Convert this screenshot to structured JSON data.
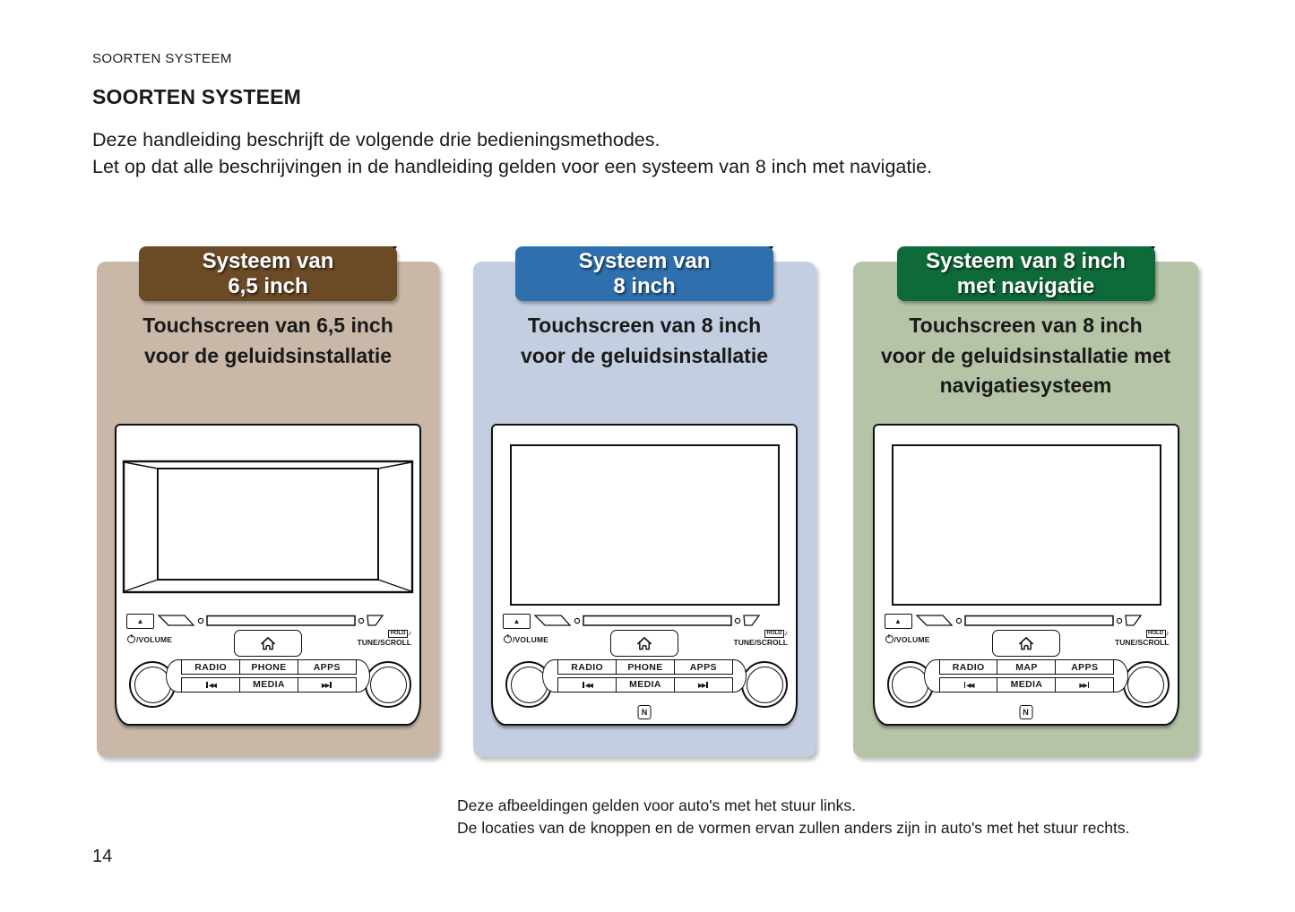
{
  "page": {
    "running_head": "SOORTEN SYSTEEM",
    "title": "SOORTEN SYSTEEM",
    "intro_line1": "Deze handleiding beschrijft de volgende drie bedieningsmethodes.",
    "intro_line2": "Let op dat alle beschrijvingen in de handleiding gelden voor een systeem van 8 inch met navigatie.",
    "note_line1": "Deze afbeeldingen gelden voor auto's met het stuur links.",
    "note_line2": "De locaties van de knoppen en de vormen ervan zullen anders zijn in auto's met het stuur rechts.",
    "page_number": "14"
  },
  "panels": [
    {
      "banner_line1": "Systeem van",
      "banner_line2": "6,5 inch",
      "desc_lines": [
        "Touchscreen van 6,5 inch",
        "voor de geluidsinstallatie"
      ],
      "colors": {
        "banner": "#6b4a26",
        "panel": "#c9b8a8"
      },
      "unit": {
        "eject_icon": "▲",
        "volume_label": "/VOLUME",
        "hold_label": "HOLD",
        "hold_note": "♪",
        "tune_label": "TUNE/SCROLL",
        "row1": [
          "RADIO",
          "PHONE",
          "APPS"
        ],
        "row2_prev": "◀◀",
        "row2_center": "MEDIA",
        "row2_next": "▶▶"
      }
    },
    {
      "banner_line1": "Systeem van",
      "banner_line2": "8 inch",
      "desc_lines": [
        "Touchscreen van 8 inch",
        "voor de geluidsinstallatie"
      ],
      "colors": {
        "banner": "#2e6fad",
        "panel": "#c3cee0"
      },
      "unit": {
        "eject_icon": "▲",
        "volume_label": "/VOLUME",
        "hold_label": "HOLD",
        "hold_note": "♪",
        "tune_label": "TUNE/SCROLL",
        "row1": [
          "RADIO",
          "PHONE",
          "APPS"
        ],
        "row2_prev": "◀◀",
        "row2_center": "MEDIA",
        "row2_next": "▶▶",
        "nfc_label": "N"
      }
    },
    {
      "banner_line1": "Systeem van 8 inch",
      "banner_line2": "met navigatie",
      "desc_lines": [
        "Touchscreen van 8 inch",
        "voor de geluidsinstallatie met",
        "navigatiesysteem"
      ],
      "colors": {
        "banner": "#0e6b39",
        "panel": "#b5c3a7"
      },
      "unit": {
        "eject_icon": "▲",
        "volume_label": "/VOLUME",
        "hold_label": "HOLD",
        "hold_note": "♪",
        "tune_label": "TUNE/SCROLL",
        "row1": [
          "RADIO",
          "MAP",
          "APPS"
        ],
        "row2_prev": "◀◀",
        "row2_center": "MEDIA",
        "row2_next": "▶▶",
        "nfc_label": "N"
      }
    }
  ]
}
